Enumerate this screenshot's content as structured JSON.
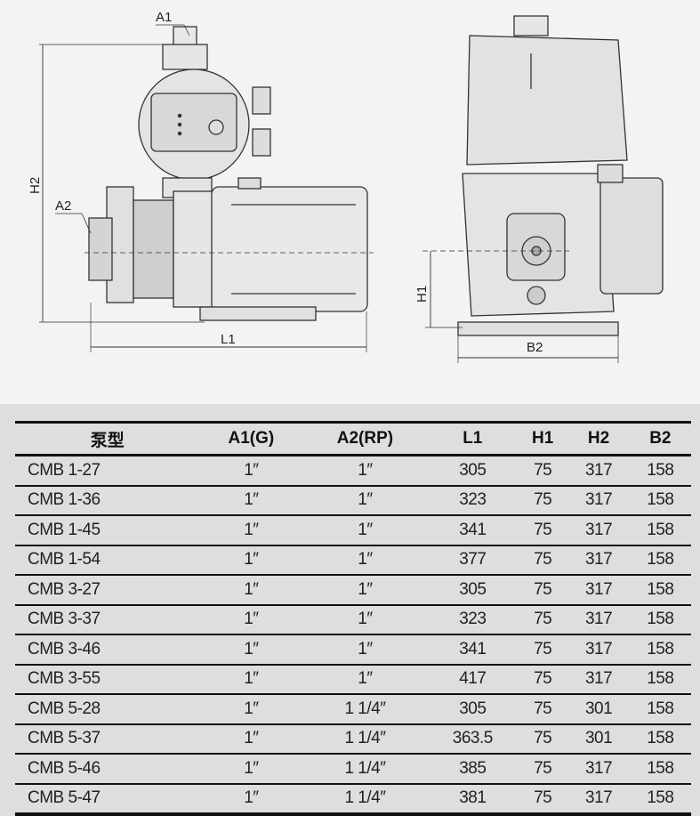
{
  "drawing": {
    "labels": {
      "a1": "A1",
      "a2": "A2",
      "h2": "H2",
      "l1": "L1",
      "h1": "H1",
      "b2": "B2"
    }
  },
  "table": {
    "headers": [
      "泵型",
      "A1(G)",
      "A2(RP)",
      "L1",
      "H1",
      "H2",
      "B2"
    ],
    "rows": [
      [
        "CMB 1-27",
        "1″",
        "1″",
        "305",
        "75",
        "317",
        "158"
      ],
      [
        "CMB 1-36",
        "1″",
        "1″",
        "323",
        "75",
        "317",
        "158"
      ],
      [
        "CMB 1-45",
        "1″",
        "1″",
        "341",
        "75",
        "317",
        "158"
      ],
      [
        "CMB 1-54",
        "1″",
        "1″",
        "377",
        "75",
        "317",
        "158"
      ],
      [
        "CMB 3-27",
        "1″",
        "1″",
        "305",
        "75",
        "317",
        "158"
      ],
      [
        "CMB 3-37",
        "1″",
        "1″",
        "323",
        "75",
        "317",
        "158"
      ],
      [
        "CMB 3-46",
        "1″",
        "1″",
        "341",
        "75",
        "317",
        "158"
      ],
      [
        "CMB 3-55",
        "1″",
        "1″",
        "417",
        "75",
        "317",
        "158"
      ],
      [
        "CMB 5-28",
        "1″",
        "1 1/4″",
        "305",
        "75",
        "301",
        "158"
      ],
      [
        "CMB 5-37",
        "1″",
        "1 1/4″",
        "363.5",
        "75",
        "301",
        "158"
      ],
      [
        "CMB 5-46",
        "1″",
        "1 1/4″",
        "385",
        "75",
        "317",
        "158"
      ],
      [
        "CMB 5-47",
        "1″",
        "1 1/4″",
        "381",
        "75",
        "317",
        "158"
      ]
    ]
  }
}
